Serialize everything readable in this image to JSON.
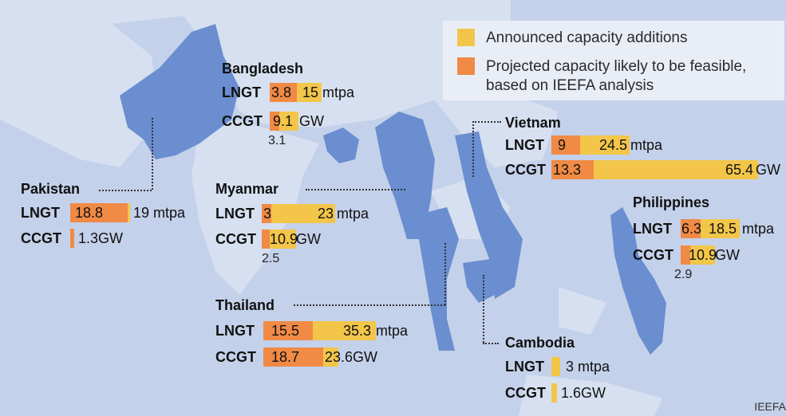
{
  "legend": {
    "announced_label": "Announced capacity additions",
    "projected_label": "Projected capacity likely to be feasible, based on IEEFA analysis",
    "announced_color": "#f3c64a",
    "projected_color": "#f08a45"
  },
  "labels": {
    "lngt": "LNGT",
    "ccgt": "CCGT"
  },
  "countries": {
    "bangladesh": {
      "name": "Bangladesh",
      "lngt_projected": "3.8",
      "lngt_announced": "15",
      "lngt_unit": "mtpa",
      "ccgt_announced": "9.1",
      "ccgt_unit": "GW",
      "ccgt_projected": "3.1"
    },
    "vietnam": {
      "name": "Vietnam",
      "lngt_projected": "9",
      "lngt_announced": "24.5",
      "lngt_unit": "mtpa",
      "ccgt_projected": "13.3",
      "ccgt_announced": "65.4",
      "ccgt_unit": "GW"
    },
    "pakistan": {
      "name": "Pakistan",
      "lngt_projected": "18.8",
      "lngt_announced": "19 mtpa",
      "ccgt_announced": "1.3GW"
    },
    "myanmar": {
      "name": "Myanmar",
      "lngt_projected": "3",
      "lngt_announced": "23",
      "lngt_unit": "mtpa",
      "ccgt_announced": "10.9",
      "ccgt_unit": "GW",
      "ccgt_projected": "2.5"
    },
    "philippines": {
      "name": "Philippines",
      "lngt_projected": "6.3",
      "lngt_announced": "18.5",
      "lngt_unit": "mtpa",
      "ccgt_announced": "10.9",
      "ccgt_unit": "GW",
      "ccgt_projected": "2.9"
    },
    "thailand": {
      "name": "Thailand",
      "lngt_projected": "15.5",
      "lngt_announced": "35.3",
      "lngt_unit": "mtpa",
      "ccgt_projected": "18.7",
      "ccgt_announced": "23.",
      "ccgt_unit": "6GW"
    },
    "cambodia": {
      "name": "Cambodia",
      "lngt_announced": "3 mtpa",
      "ccgt_announced": "1.6GW"
    }
  },
  "credit": "IEEFA"
}
